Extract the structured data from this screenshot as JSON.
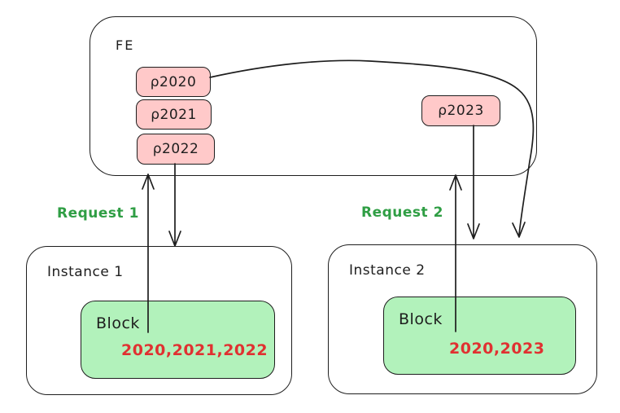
{
  "diagram": {
    "type": "excalidraw-style architecture sketch",
    "background": "#ffffff"
  },
  "colors": {
    "stroke": "#1e1e1e",
    "pod_fill": "#ffc9c9",
    "block_fill": "#b2f2bb",
    "values_text": "#e03131",
    "request_text": "#2f9e44"
  },
  "fe": {
    "label": "FE",
    "pods": [
      {
        "label": "ρ2020"
      },
      {
        "label": "ρ2021"
      },
      {
        "label": "ρ2022"
      },
      {
        "label": "ρ2023"
      }
    ]
  },
  "requests": [
    {
      "label": "Request 1"
    },
    {
      "label": "Request 2"
    }
  ],
  "instances": [
    {
      "label": "Instance 1",
      "block_label": "Block",
      "block_values": "2020,2021,2022"
    },
    {
      "label": "Instance 2",
      "block_label": "Block",
      "block_values": "2020,2023"
    }
  ],
  "connectors": [
    {
      "name": "request-1-up-arrow",
      "from": "Instance 1 Block",
      "to": "FE (under ρ2022)",
      "direction": "up"
    },
    {
      "name": "request-1-down-arrow",
      "from": "ρ2022",
      "to": "Instance 1",
      "direction": "down"
    },
    {
      "name": "request-2-up-arrow",
      "from": "Instance 2 Block",
      "to": "FE (under ρ2023)",
      "direction": "up"
    },
    {
      "name": "request-2-down-arrow",
      "from": "ρ2023",
      "to": "Instance 2",
      "direction": "down"
    },
    {
      "name": "p2020-curve-arrow",
      "from": "ρ2020",
      "to": "Instance 2",
      "direction": "curved-right-down"
    }
  ]
}
